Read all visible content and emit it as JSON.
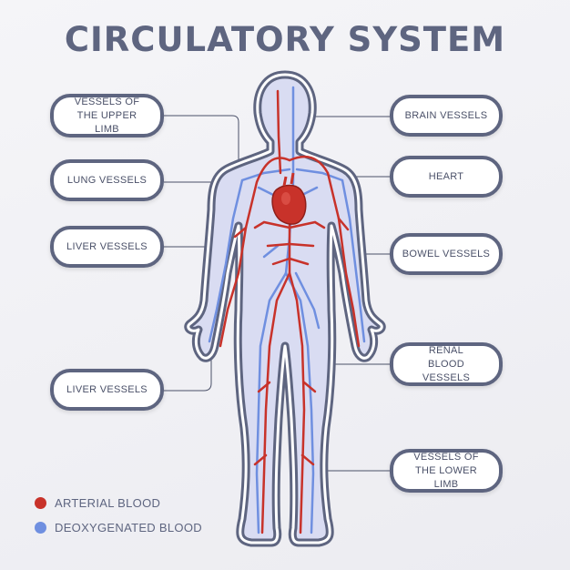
{
  "title": "CIRCULATORY SYSTEM",
  "labels": {
    "upper_limb": "VESSELS OF THE UPPER LIMB",
    "lung": "LUNG VESSELS",
    "liver_1": "LIVER VESSELS",
    "liver_2": "LIVER VESSELS",
    "brain": "BRAIN VESSELS",
    "heart": "HEART",
    "bowel": "BOWEL VESSELS",
    "renal": "RENAL BLOOD VESSELS",
    "lower_limb": "VESSELS OF THE LOWER LIMB"
  },
  "legend": [
    {
      "label": "ARTERIAL BLOOD",
      "color": "#c8322a"
    },
    {
      "label": "DEOXYGENATED BLOOD",
      "color": "#6f8fe0"
    }
  ],
  "colors": {
    "accent": "#5e6580",
    "artery": "#c8322a",
    "vein": "#6f8fe0",
    "body_fill": "#d9dcf2"
  }
}
